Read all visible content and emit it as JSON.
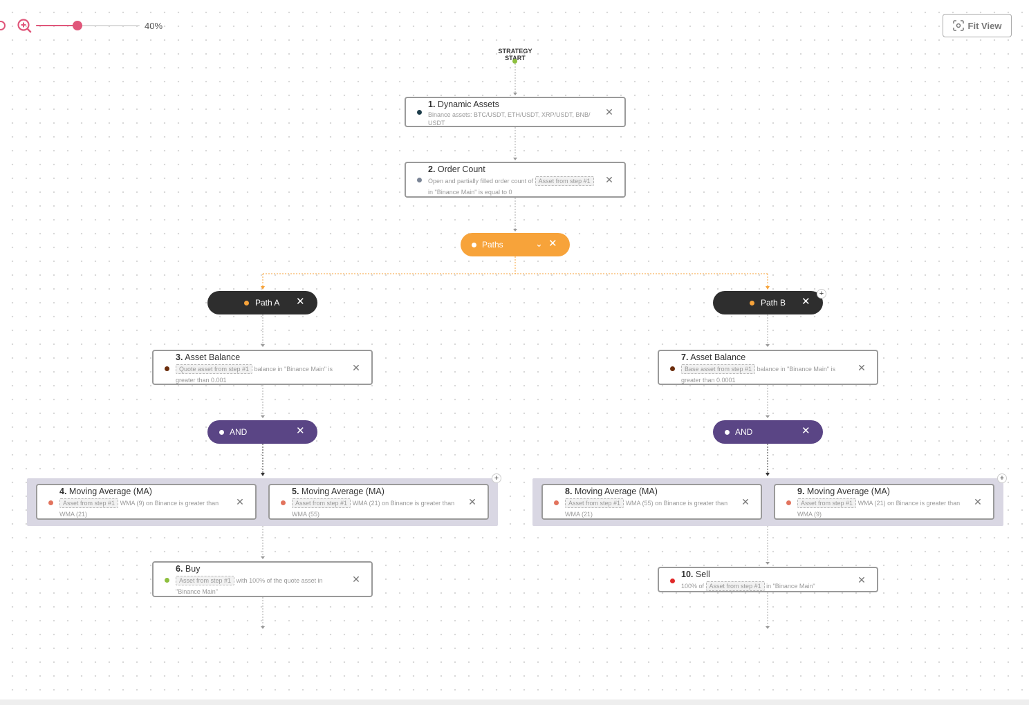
{
  "toolbar": {
    "zoom_value": 40,
    "zoom_label": "40%",
    "fit_view_label": "Fit View"
  },
  "flow": {
    "start_label": "STRATEGY START",
    "step1": {
      "num": "1.",
      "title": "Dynamic Assets",
      "desc": "Binance assets: BTC/USDT,  ETH/USDT,  XRP/USDT,  BNB/ USDT"
    },
    "step2": {
      "num": "2.",
      "title": "Order Count",
      "desc_before": "Open and partially filled order count of",
      "chip": "Asset from step #1",
      "desc_after": "in \"Binance Main\" is equal to 0"
    },
    "paths_label": "Paths",
    "path_a_label": "Path A",
    "path_b_label": "Path B",
    "step3": {
      "num": "3.",
      "title": "Asset Balance",
      "chip": "Quote asset from step #1",
      "desc_after": "balance in \"Binance Main\" is greater than 0.001"
    },
    "step7": {
      "num": "7.",
      "title": "Asset Balance",
      "chip": "Base asset from step #1",
      "desc_after": "balance in \"Binance Main\" is greater than 0.0001"
    },
    "and_a_label": "AND",
    "and_b_label": "AND",
    "step4": {
      "num": "4.",
      "title": "Moving Average (MA)",
      "chip": "Asset from step #1",
      "desc_after": "WMA (9) on Binance is greater than WMA (21)"
    },
    "step5": {
      "num": "5.",
      "title": "Moving Average (MA)",
      "chip": "Asset from step #1",
      "desc_after": "WMA (21) on Binance is greater than WMA (55)"
    },
    "step8": {
      "num": "8.",
      "title": "Moving Average (MA)",
      "chip": "Asset from step #1",
      "desc_after": "WMA (55) on Binance is greater than WMA (21)"
    },
    "step9": {
      "num": "9.",
      "title": "Moving Average (MA)",
      "chip": "Asset from step #1",
      "desc_after": "WMA (21) on Binance is greater than WMA (9)"
    },
    "step6": {
      "num": "6.",
      "title": "Buy",
      "chip": "Asset from step #1",
      "desc_after": "with 100% of the quote asset in \"Binance Main\""
    },
    "step10": {
      "num": "10.",
      "title": "Sell",
      "desc_before": "100% of",
      "chip": "Asset from step #1",
      "desc_after": "in \"Binance Main\""
    }
  },
  "colors": {
    "accent": "#e0567a",
    "paths_pill": "#f7a33a",
    "path_pill": "#2e2e2e",
    "and_pill": "#5a4585",
    "group_bg": "#d9d7e3",
    "dot_assets": "#1d3d4a",
    "dot_order_count": "#7b8596",
    "dot_balance": "#6b2d0c",
    "dot_ma": "#e2735d",
    "dot_buy": "#8dbf3e",
    "dot_sell": "#e02828"
  },
  "icons": [
    "zoom-in-icon",
    "fit-view-icon",
    "close-icon",
    "chevron-down-icon",
    "plus-icon"
  ]
}
